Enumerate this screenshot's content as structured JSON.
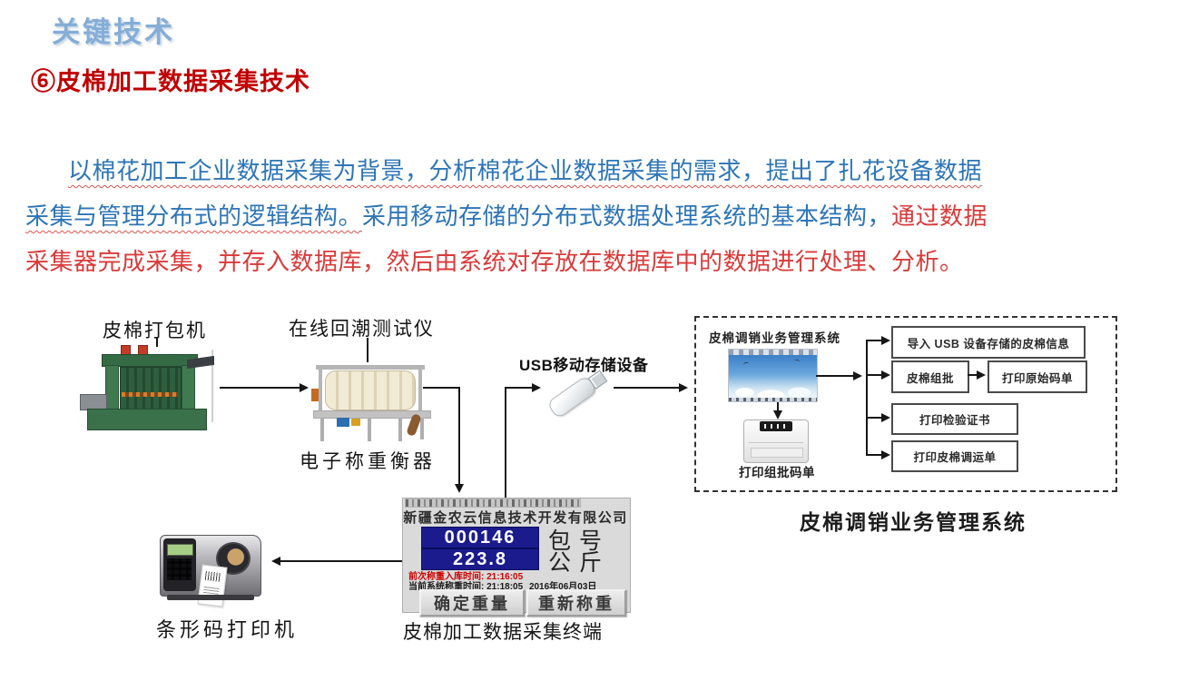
{
  "slide": {
    "title": "关键技术",
    "heading": "⑥皮棉加工数据采集技术",
    "paragraph": {
      "line1": "以棉花加工企业数据采集为背景，分析棉花企业数据采集的需求，提出了扎花设备数据",
      "line2_underlined": "采集与管理分布式的逻辑结构。",
      "line2_plain": "采用移动存储的分布式数据处理系统的基本结构，",
      "line2_red": "通过数据",
      "line3": "采集器完成采集，并存入数据库，然后由系统对存放在数据库中的数据进行处理、分析。"
    }
  },
  "diagram": {
    "labels": {
      "baler": "皮棉打包机",
      "moisture_tester": "在线回潮测试仪",
      "scale": "电子称重衡器",
      "usb": "USB移动存储设备",
      "barcode_printer": "条形码打印机",
      "terminal_caption": "皮棉加工数据采集终端",
      "system_caption": "皮棉调销业务管理系统"
    },
    "system_box": {
      "title": "皮棉调销业务管理系统",
      "printer_label": "打印组批码单",
      "flow_boxes": [
        "导入 USB 设备存储的皮棉信息",
        "皮棉组批",
        "打印原始码单",
        "打印检验证书",
        "打印皮棉调运单"
      ]
    },
    "terminal": {
      "company": "新疆金农云信息技术开发有限公司",
      "bale_number": "000146",
      "bale_number_label": "包号",
      "weight": "223.8",
      "weight_label": "公斤",
      "prev_label": "前次称重入库时间:",
      "prev_time": "21:16:05",
      "current_label": "当前系统称重时间:",
      "current_time": "21:18:05",
      "date": "2016年06月03日",
      "confirm_button": "确定重量",
      "reweigh_button": "重新称重"
    },
    "colors": {
      "title_blue": "#85add6",
      "heading_red": "#c00000",
      "body_blue": "#2e75b6",
      "body_red": "#d93a3a",
      "display_navy": "#1b1b8e",
      "display_red": "#cc0000"
    }
  }
}
